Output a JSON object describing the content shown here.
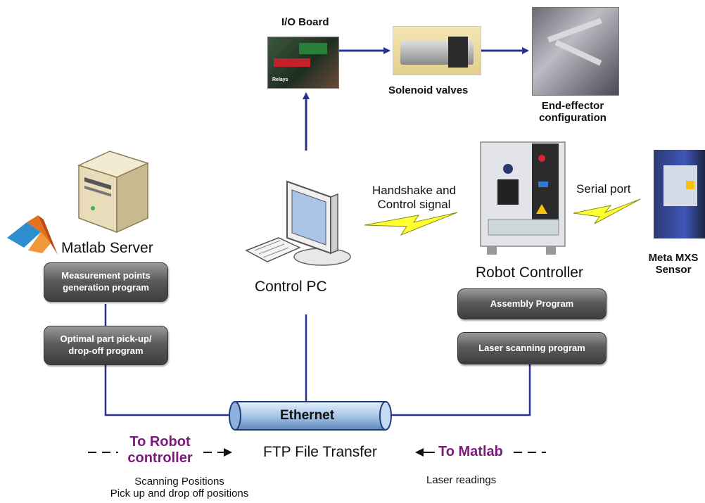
{
  "components": {
    "io_board": "I/O Board",
    "relays_label": "Relays",
    "solenoid_valves": "Solenoid valves",
    "end_effector_line1": "End-effector",
    "end_effector_line2": "configuration",
    "matlab_server": "Matlab Server",
    "control_pc": "Control PC",
    "robot_controller": "Robot Controller",
    "meta_sensor_line1": "Meta MXS",
    "meta_sensor_line2": "Sensor"
  },
  "links": {
    "handshake_line1": "Handshake and",
    "handshake_line2": "Control signal",
    "serial_port": "Serial port",
    "ethernet": "Ethernet"
  },
  "programs": {
    "measurement_line1": "Measurement points",
    "measurement_line2": "generation program",
    "pickup_line1": "Optimal part pick-up/",
    "pickup_line2": "drop-off program",
    "assembly": "Assembly Program",
    "laser_scanning": "Laser scanning program"
  },
  "transfer": {
    "to_robot_line1": "To Robot",
    "to_robot_line2": "controller",
    "ftp": "FTP File Transfer",
    "to_matlab": "To Matlab",
    "scanning_positions": "Scanning Positions",
    "pick_drop_positions": "Pick up and drop off positions",
    "laser_readings": "Laser readings"
  },
  "colors": {
    "arrow": "#2b2f8f",
    "ethernet_pipe": "#a9c6ea",
    "accent_text": "#7b1a7b",
    "lightning": "#ffff33"
  }
}
